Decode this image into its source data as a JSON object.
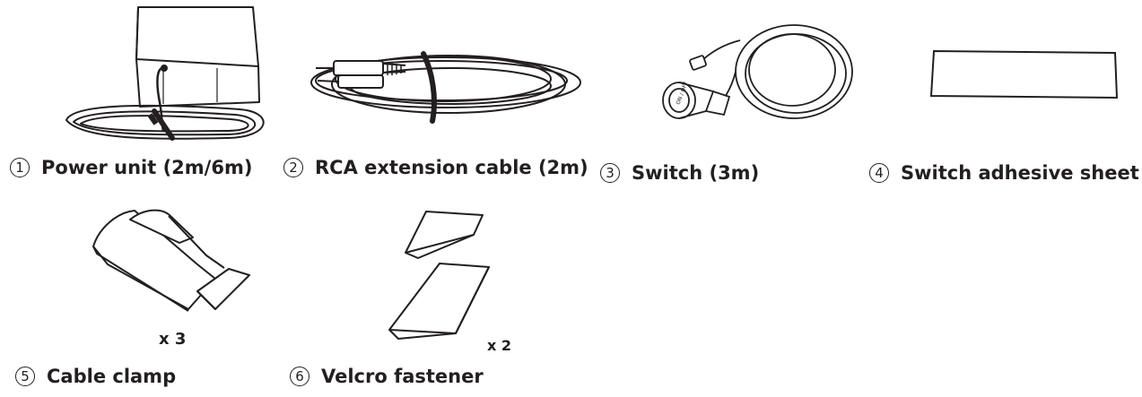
{
  "items": [
    {
      "number": "1",
      "name": "Power unit (2m/6m)",
      "icon": "power-unit-illustration"
    },
    {
      "number": "2",
      "name": "RCA extension cable (2m)",
      "icon": "rca-cable-illustration"
    },
    {
      "number": "3",
      "name": "Switch (3m)",
      "icon": "switch-illustration",
      "switch_text": "ON / OFF"
    },
    {
      "number": "4",
      "name": "Switch adhesive sheet",
      "icon": "adhesive-sheet-illustration"
    },
    {
      "number": "5",
      "name": "Cable clamp",
      "quantity": "x 3",
      "icon": "cable-clamp-illustration"
    },
    {
      "number": "6",
      "name": "Velcro fastener",
      "quantity": "x 2",
      "icon": "velcro-illustration"
    }
  ],
  "colors": {
    "ink": "#231f20",
    "background": "#ffffff"
  }
}
